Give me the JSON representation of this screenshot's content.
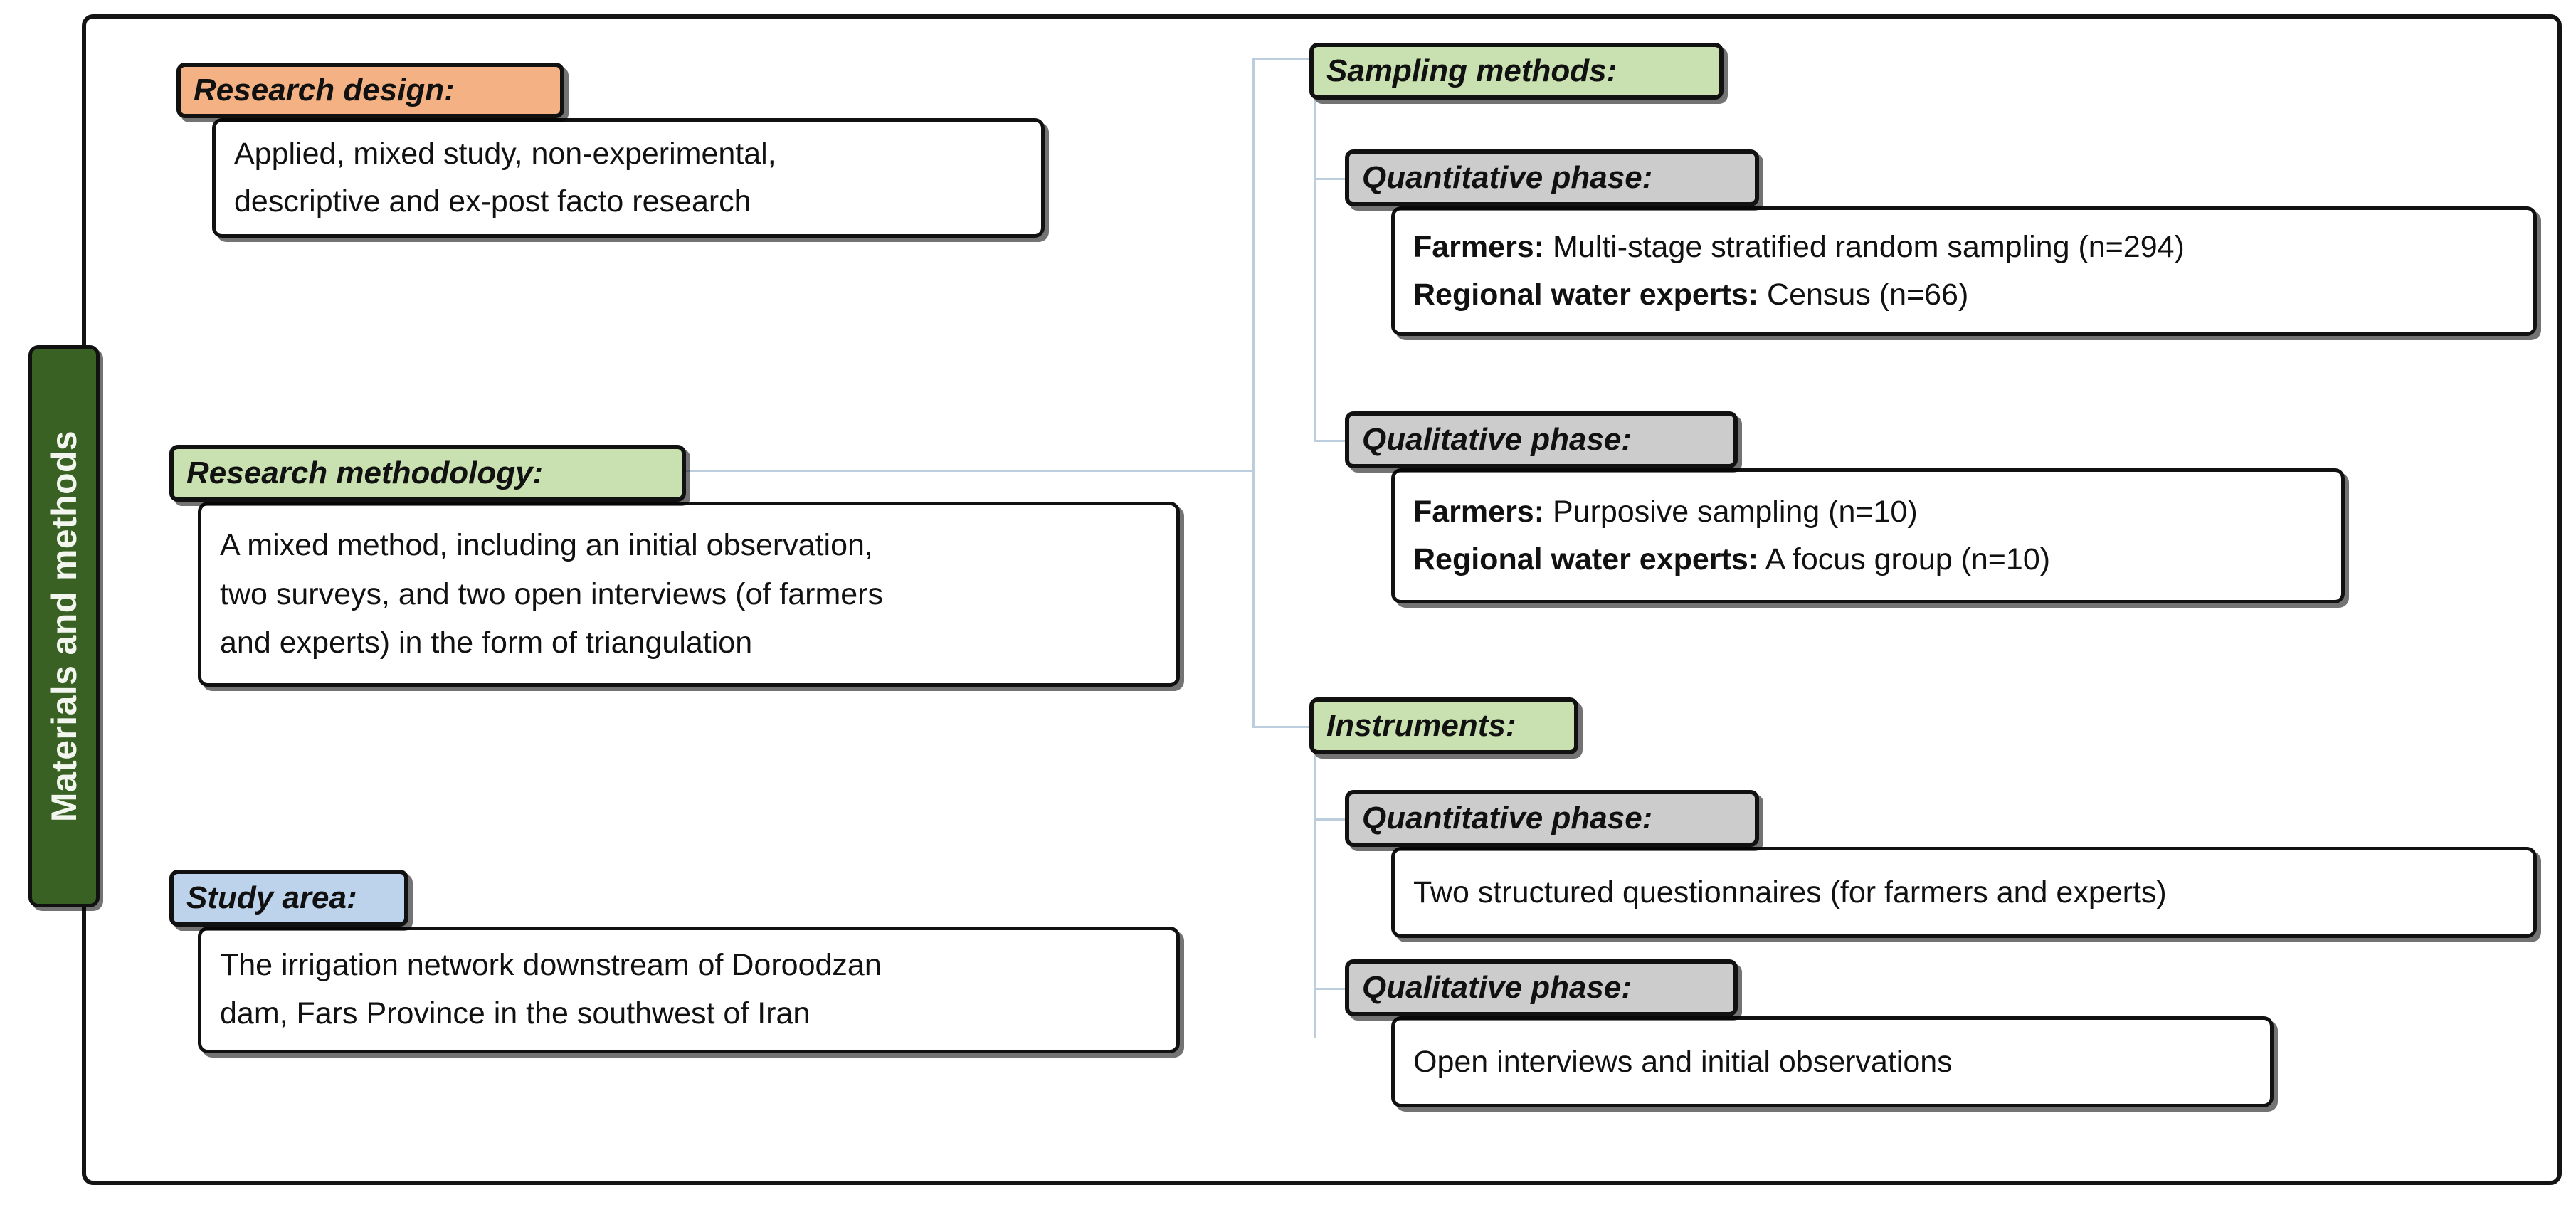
{
  "figure": {
    "spine_label": "Materials and methods"
  },
  "left_column": {
    "research_design": {
      "label": "Research design:",
      "label_color": "#F4B183",
      "body_lines": [
        "Applied, mixed study, non-experimental,",
        "descriptive and ex-post facto research"
      ]
    },
    "research_methodology": {
      "label": "Research methodology:",
      "label_color": "#C9E0B0",
      "body_lines": [
        "A mixed method, including an initial observation,",
        "two surveys, and two open interviews (of farmers",
        "and experts) in the form of triangulation"
      ]
    },
    "study_area": {
      "label": "Study area:",
      "label_color": "#BDD3EC",
      "body_lines": [
        "The irrigation network downstream of Doroodzan",
        "dam, Fars Province in the southwest of Iran"
      ]
    }
  },
  "right_column": {
    "sampling_methods": {
      "label": "Sampling methods:",
      "label_color": "#C9E0B0",
      "quantitative": {
        "label": "Quantitative phase:",
        "label_color": "#CCCCCC",
        "rows": [
          {
            "term": "Farmers:",
            "value": " Multi-stage stratified random sampling (n=294)"
          },
          {
            "term": "Regional water experts:",
            "value": " Census (n=66)"
          }
        ]
      },
      "qualitative": {
        "label": "Qualitative phase:",
        "label_color": "#CCCCCC",
        "rows": [
          {
            "term": "Farmers:",
            "value": " Purposive sampling (n=10)"
          },
          {
            "term": "Regional water experts:",
            "value": " A focus group (n=10)"
          }
        ]
      }
    },
    "instruments": {
      "label": "Instruments:",
      "label_color": "#C9E0B0",
      "quantitative": {
        "label": "Quantitative phase:",
        "label_color": "#CCCCCC",
        "body": "Two structured questionnaires (for farmers and experts)"
      },
      "qualitative": {
        "label": "Qualitative phase:",
        "label_color": "#CCCCCC",
        "body": "Open interviews and initial observations"
      }
    }
  },
  "colors": {
    "spine_green": "#3A6124",
    "connector_blue": "#BCCEDD",
    "outline_black": "#111111"
  }
}
